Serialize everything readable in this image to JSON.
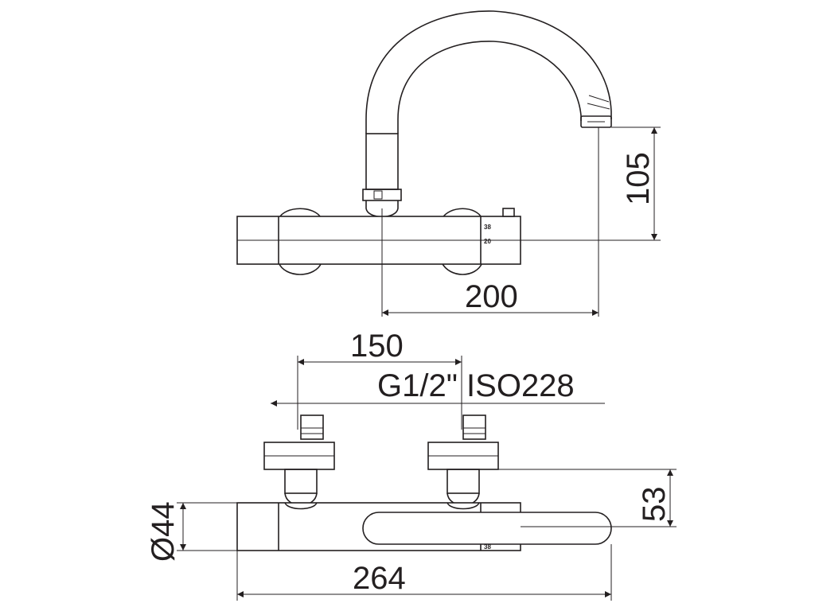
{
  "top_view": {
    "dim_height": "105",
    "dim_width": "200",
    "temp_marks": [
      "38",
      "20"
    ]
  },
  "front_view": {
    "dim_centers": "150",
    "thread_spec": "G1/2\" ISO228",
    "dim_inlet_height": "53",
    "dim_diameter": "Ø44",
    "dim_overall_length": "264",
    "temp_mark": "38"
  }
}
